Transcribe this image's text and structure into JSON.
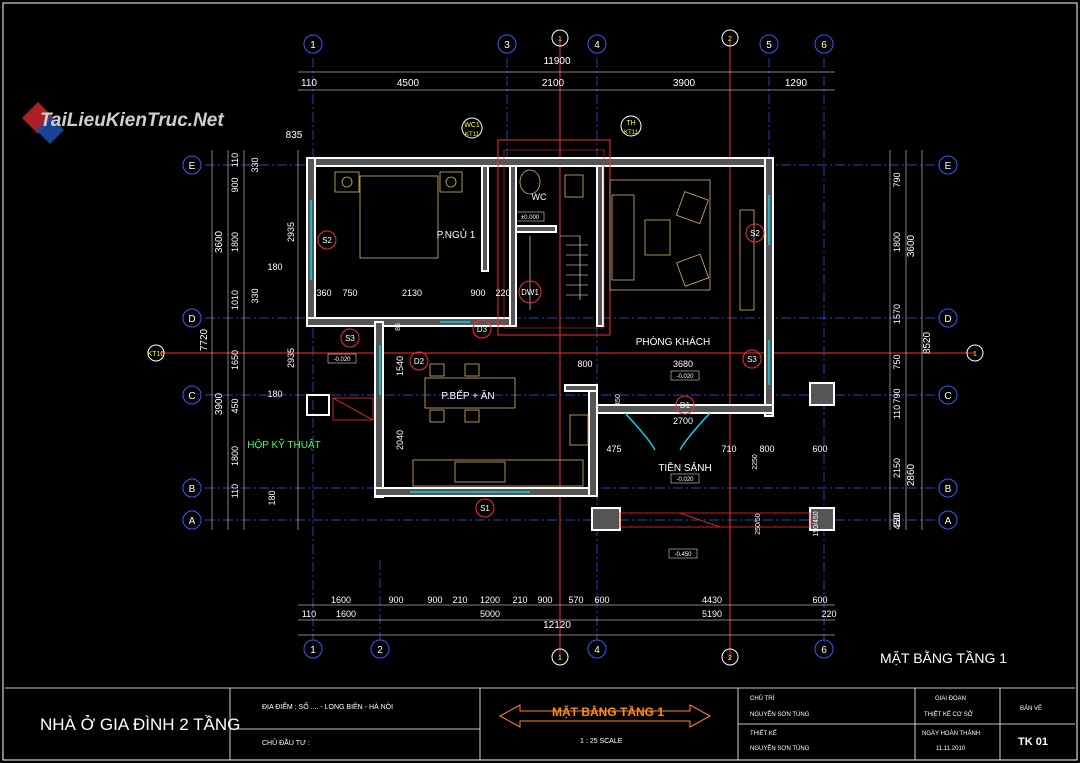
{
  "watermark": "TaiLieuKienTruc.Net",
  "overall": {
    "top": "11900",
    "bottom": "12120",
    "left": "7720",
    "right": "8520"
  },
  "top_dims": [
    "110",
    "4500",
    "2100",
    "3900",
    "1290"
  ],
  "top_small": "835",
  "bottom_row1": [
    "1600",
    "900",
    "900",
    "210",
    "1200",
    "210",
    "900",
    "570",
    "600",
    "4430",
    "600"
  ],
  "bottom_row2": [
    "110",
    "1600",
    "5000",
    "5190",
    "220"
  ],
  "left_outer": [
    "3600",
    "3900"
  ],
  "left_mid": [
    "900",
    "1800",
    "1010",
    "1650",
    "450",
    "1800",
    "110",
    "110"
  ],
  "left_inner": [
    "2935",
    "2935",
    "1540",
    "2040"
  ],
  "left_small": [
    "330",
    "180",
    "330",
    "180",
    "180",
    "180",
    "330"
  ],
  "right_outer": [
    "3600",
    "2860"
  ],
  "right_mid": [
    "790",
    "1800",
    "1570",
    "750",
    "110",
    "790",
    "2150",
    "450",
    "220",
    "110",
    "110"
  ],
  "grid_top": [
    "1",
    "3",
    "4",
    "5",
    "6"
  ],
  "grid_bottom": [
    "1",
    "2",
    "4",
    "6"
  ],
  "grid_rows": [
    "E",
    "D",
    "C",
    "B",
    "A"
  ],
  "section_marks": [
    "1",
    "2",
    "KT10",
    "1"
  ],
  "rooms": {
    "bedroom": "P.NGỦ 1",
    "wc": "WC",
    "living": "PHÒNG KHÁCH",
    "kitchen": "P.BẾP + ĂN",
    "lobby": "TIỀN SẢNH",
    "tech": "HỘP KỸ THUẬT"
  },
  "windows": [
    "S2",
    "S2",
    "S3",
    "S3",
    "S1"
  ],
  "doors": [
    "DW1",
    "D3",
    "D2",
    "D1"
  ],
  "tags": [
    "WC1\nKT11",
    "TH\nKT11"
  ],
  "interior_dims": [
    "360",
    "750",
    "2130",
    "900",
    "220",
    "800",
    "3680",
    "2700",
    "475",
    "710",
    "800",
    "600",
    "85",
    "450",
    "2250",
    "250/50",
    "150/450"
  ],
  "levels": [
    "±0.000",
    "-0.020",
    "-0.020",
    "-0.020",
    "-0.450"
  ],
  "drawing_caption": "MẶT BẰNG TẦNG 1",
  "title_block": {
    "project": "NHÀ Ở GIA ĐÌNH 2 TẦNG",
    "location_label": "ĐỊA ĐIỂM : SỐ .... - LONG BIÊN - HÀ NỘI",
    "owner_label": "CHỦ ĐẦU TƯ :",
    "sheet_title": "MẶT BẰNG TẦNG 1",
    "scale": "1 : 25 SCALE",
    "chu_tri": "CHỦ TRÌ",
    "chu_tri_name": "NGUYỄN SƠN TÙNG",
    "thiet_ke": "THIẾT KẾ",
    "thiet_ke_name": "NGUYỄN SƠN TÙNG",
    "giai_doan": "GIAI ĐOẠN",
    "giai_doan_val": "THIẾT KẾ CƠ SỞ",
    "ngay_label": "NGÀY HOÀN THÀNH",
    "ngay_val": "11.11.2010",
    "ban_ve": "BẢN VẼ",
    "sheet_no": "TK 01"
  },
  "colors": {
    "background": "#000000",
    "wall": "#ffffff",
    "grid": "#2f5dff",
    "section": "#ff2a2a",
    "window": "#00e5ff",
    "dimension": "#ffffff",
    "furniture": "#d9b36a",
    "tag": "#ffff00"
  }
}
